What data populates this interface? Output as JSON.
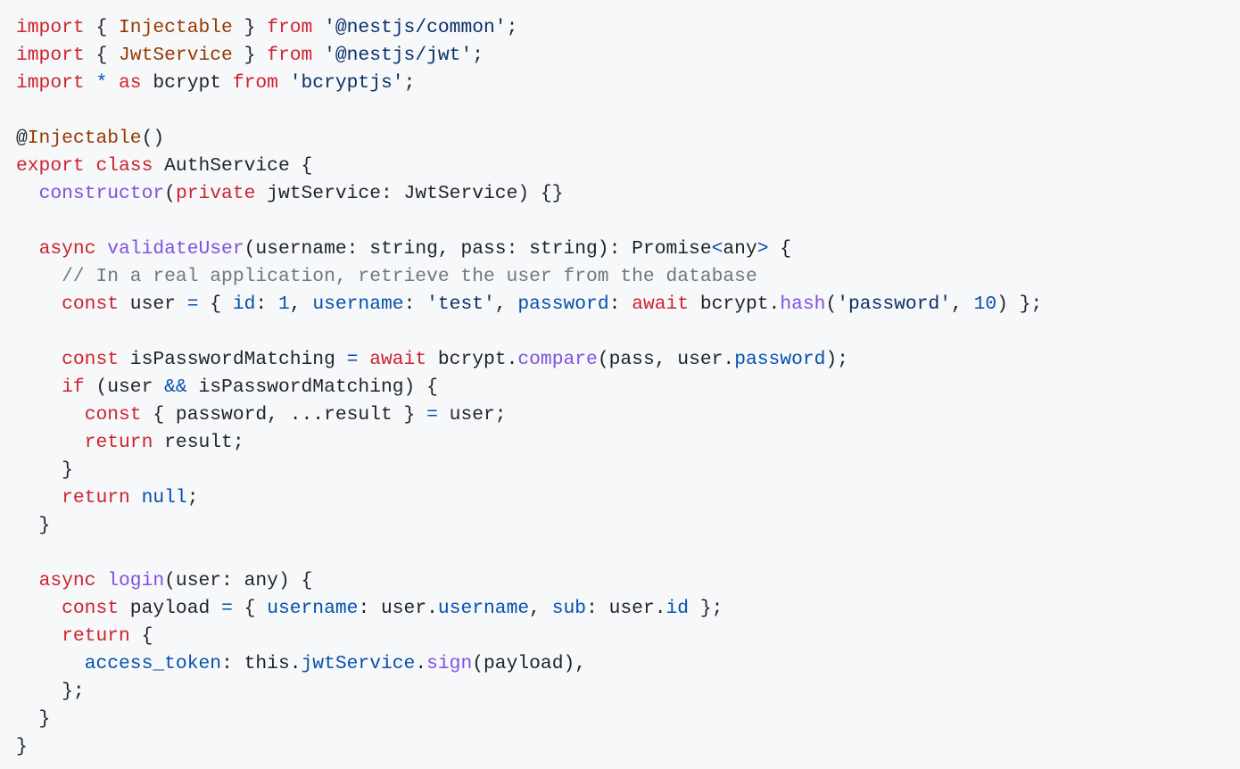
{
  "colors": {
    "background": "#f6f8fa",
    "keyword": "#cf222e",
    "entity": "#953800",
    "string": "#0a3069",
    "constant": "#0550ae",
    "function": "#8250df",
    "comment": "#6e7781",
    "text": "#1f2328"
  },
  "code_lines": [
    [
      [
        "k",
        "import"
      ],
      [
        "t",
        " { "
      ],
      [
        "e",
        "Injectable"
      ],
      [
        "t",
        " } "
      ],
      [
        "k",
        "from"
      ],
      [
        "t",
        " "
      ],
      [
        "s",
        "'@nestjs/common'"
      ],
      [
        "t",
        ";"
      ]
    ],
    [
      [
        "k",
        "import"
      ],
      [
        "t",
        " { "
      ],
      [
        "e",
        "JwtService"
      ],
      [
        "t",
        " } "
      ],
      [
        "k",
        "from"
      ],
      [
        "t",
        " "
      ],
      [
        "s",
        "'@nestjs/jwt'"
      ],
      [
        "t",
        ";"
      ]
    ],
    [
      [
        "k",
        "import"
      ],
      [
        "t",
        " "
      ],
      [
        "c",
        "*"
      ],
      [
        "t",
        " "
      ],
      [
        "k",
        "as"
      ],
      [
        "t",
        " bcrypt "
      ],
      [
        "k",
        "from"
      ],
      [
        "t",
        " "
      ],
      [
        "s",
        "'bcryptjs'"
      ],
      [
        "t",
        ";"
      ]
    ],
    [],
    [
      [
        "t",
        "@"
      ],
      [
        "e",
        "Injectable"
      ],
      [
        "t",
        "()"
      ]
    ],
    [
      [
        "k",
        "export"
      ],
      [
        "t",
        " "
      ],
      [
        "k",
        "class"
      ],
      [
        "t",
        " AuthService {"
      ]
    ],
    [
      [
        "t",
        "  "
      ],
      [
        "f",
        "constructor"
      ],
      [
        "t",
        "("
      ],
      [
        "k",
        "private"
      ],
      [
        "t",
        " jwtService: JwtService) {}"
      ]
    ],
    [],
    [
      [
        "t",
        "  "
      ],
      [
        "k",
        "async"
      ],
      [
        "t",
        " "
      ],
      [
        "f",
        "validateUser"
      ],
      [
        "t",
        "(username: string, pass: string): Promise"
      ],
      [
        "c",
        "<"
      ],
      [
        "t",
        "any"
      ],
      [
        "c",
        ">"
      ],
      [
        "t",
        " {"
      ]
    ],
    [
      [
        "t",
        "    "
      ],
      [
        "m",
        "// In a real application, retrieve the user from the database"
      ]
    ],
    [
      [
        "t",
        "    "
      ],
      [
        "k",
        "const"
      ],
      [
        "t",
        " user "
      ],
      [
        "c",
        "="
      ],
      [
        "t",
        " { "
      ],
      [
        "c",
        "id"
      ],
      [
        "t",
        ": "
      ],
      [
        "c",
        "1"
      ],
      [
        "t",
        ", "
      ],
      [
        "c",
        "username"
      ],
      [
        "t",
        ": "
      ],
      [
        "s",
        "'test'"
      ],
      [
        "t",
        ", "
      ],
      [
        "c",
        "password"
      ],
      [
        "t",
        ": "
      ],
      [
        "k",
        "await"
      ],
      [
        "t",
        " bcrypt."
      ],
      [
        "f",
        "hash"
      ],
      [
        "t",
        "("
      ],
      [
        "s",
        "'password'"
      ],
      [
        "t",
        ", "
      ],
      [
        "c",
        "10"
      ],
      [
        "t",
        ") };"
      ]
    ],
    [],
    [
      [
        "t",
        "    "
      ],
      [
        "k",
        "const"
      ],
      [
        "t",
        " isPasswordMatching "
      ],
      [
        "c",
        "="
      ],
      [
        "t",
        " "
      ],
      [
        "k",
        "await"
      ],
      [
        "t",
        " bcrypt."
      ],
      [
        "f",
        "compare"
      ],
      [
        "t",
        "(pass, user."
      ],
      [
        "c",
        "password"
      ],
      [
        "t",
        ");"
      ]
    ],
    [
      [
        "t",
        "    "
      ],
      [
        "k",
        "if"
      ],
      [
        "t",
        " (user "
      ],
      [
        "c",
        "&&"
      ],
      [
        "t",
        " isPasswordMatching) {"
      ]
    ],
    [
      [
        "t",
        "      "
      ],
      [
        "k",
        "const"
      ],
      [
        "t",
        " { password, ...result } "
      ],
      [
        "c",
        "="
      ],
      [
        "t",
        " user;"
      ]
    ],
    [
      [
        "t",
        "      "
      ],
      [
        "k",
        "return"
      ],
      [
        "t",
        " result;"
      ]
    ],
    [
      [
        "t",
        "    }"
      ]
    ],
    [
      [
        "t",
        "    "
      ],
      [
        "k",
        "return"
      ],
      [
        "t",
        " "
      ],
      [
        "c",
        "null"
      ],
      [
        "t",
        ";"
      ]
    ],
    [
      [
        "t",
        "  }"
      ]
    ],
    [],
    [
      [
        "t",
        "  "
      ],
      [
        "k",
        "async"
      ],
      [
        "t",
        " "
      ],
      [
        "f",
        "login"
      ],
      [
        "t",
        "(user: any) {"
      ]
    ],
    [
      [
        "t",
        "    "
      ],
      [
        "k",
        "const"
      ],
      [
        "t",
        " payload "
      ],
      [
        "c",
        "="
      ],
      [
        "t",
        " { "
      ],
      [
        "c",
        "username"
      ],
      [
        "t",
        ": user."
      ],
      [
        "c",
        "username"
      ],
      [
        "t",
        ", "
      ],
      [
        "c",
        "sub"
      ],
      [
        "t",
        ": user."
      ],
      [
        "c",
        "id"
      ],
      [
        "t",
        " };"
      ]
    ],
    [
      [
        "t",
        "    "
      ],
      [
        "k",
        "return"
      ],
      [
        "t",
        " {"
      ]
    ],
    [
      [
        "t",
        "      "
      ],
      [
        "c",
        "access_token"
      ],
      [
        "t",
        ": this."
      ],
      [
        "c",
        "jwtService"
      ],
      [
        "t",
        "."
      ],
      [
        "f",
        "sign"
      ],
      [
        "t",
        "(payload),"
      ]
    ],
    [
      [
        "t",
        "    };"
      ]
    ],
    [
      [
        "t",
        "  }"
      ]
    ],
    [
      [
        "t",
        "}"
      ]
    ]
  ]
}
